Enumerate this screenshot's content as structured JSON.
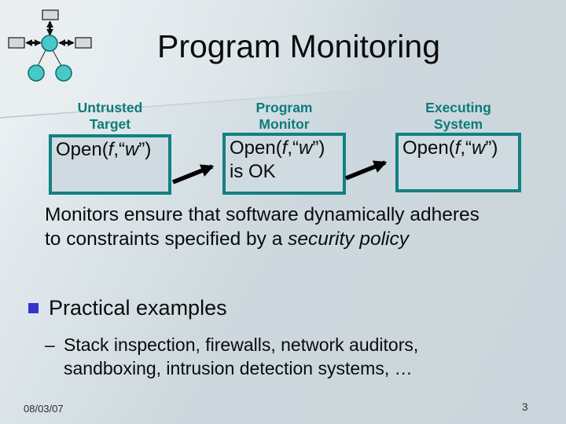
{
  "slide": {
    "title": "Program Monitoring",
    "footer": {
      "date": "08/03/07",
      "page": "3"
    }
  },
  "icons": {
    "logo": "network-topology-logo"
  },
  "colors": {
    "background": "#ccd8dd",
    "teal_header_text": "#0e7b7a",
    "teal_box_border": "#118180",
    "bullet_blue": "#3433cb",
    "title_color": "#0c0c0c",
    "logo_circle_fill": "#48c8c6",
    "logo_rect_fill": "#d5d9db"
  },
  "diagram": {
    "call": {
      "pre": "Open(",
      "arg1": "f",
      "sep": ",“",
      "arg2": "w",
      "post": "”)"
    },
    "columns": [
      {
        "header_line1": "Untrusted",
        "header_line2": "Target",
        "box_text": "Open(f,“w”)"
      },
      {
        "header_line1": "Program",
        "header_line2": "Monitor",
        "box_text": "Open(f,“w”)",
        "box_line2": "is OK"
      },
      {
        "header_line1": "Executing",
        "header_line2": "System",
        "box_text": "Open(f,“w”)"
      }
    ],
    "arrows": [
      {
        "from": "untrusted-target",
        "to": "program-monitor"
      },
      {
        "from": "program-monitor",
        "to": "executing-system"
      }
    ]
  },
  "body": {
    "monitor_sentence": {
      "line1": "Monitors ensure that software dynamically adheres",
      "line2_normal": "to constraints specified by a ",
      "line2_italic": "security policy"
    },
    "bullet": {
      "label": "Practical examples"
    },
    "sub_bullet": {
      "dash": "–",
      "line1": "Stack inspection, firewalls, network auditors,",
      "line2": "sandboxing, intrusion detection systems, …"
    }
  }
}
